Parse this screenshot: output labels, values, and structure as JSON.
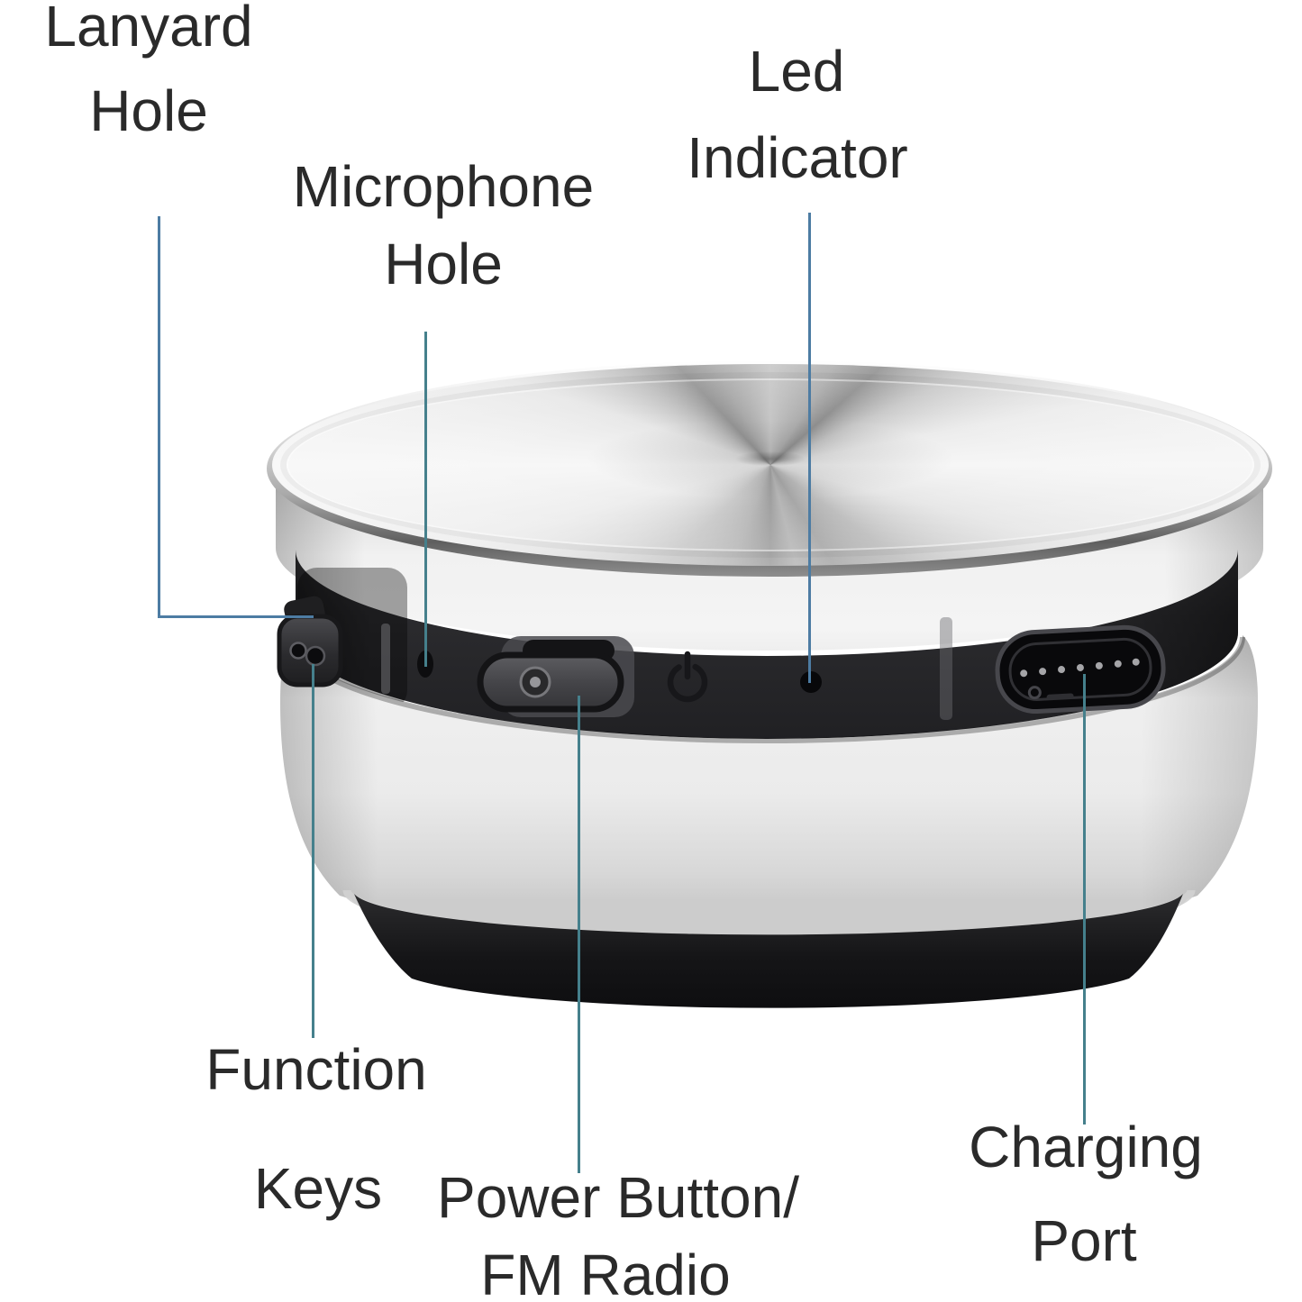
{
  "figure": {
    "type": "annotated-product-diagram",
    "subject": "bone-conduction speaker, silver cylindrical body with black control band"
  },
  "labels": {
    "lanyard": {
      "line1": "Lanyard",
      "line2": "Hole"
    },
    "microphone": {
      "line1": "Microphone",
      "line2": "Hole"
    },
    "led": {
      "line1": "Led",
      "line2": "Indicator"
    },
    "function": {
      "line1": "Function",
      "line2": "Keys"
    },
    "power": {
      "line1": "Power Button/",
      "line2": "FM Radio"
    },
    "charging": {
      "line1": "Charging",
      "line2": "Port"
    }
  },
  "colors": {
    "background": "#ffffff",
    "label_text": "#2a2a2a",
    "leader_blue": "#4d7ca3",
    "leader_teal": "#45808c",
    "silver_light": "#f2f2f2",
    "silver_mid": "#d9d9d9",
    "band_dark": "#28282b",
    "base_black": "#131315"
  },
  "icons": {
    "power_symbol": "⏻"
  }
}
